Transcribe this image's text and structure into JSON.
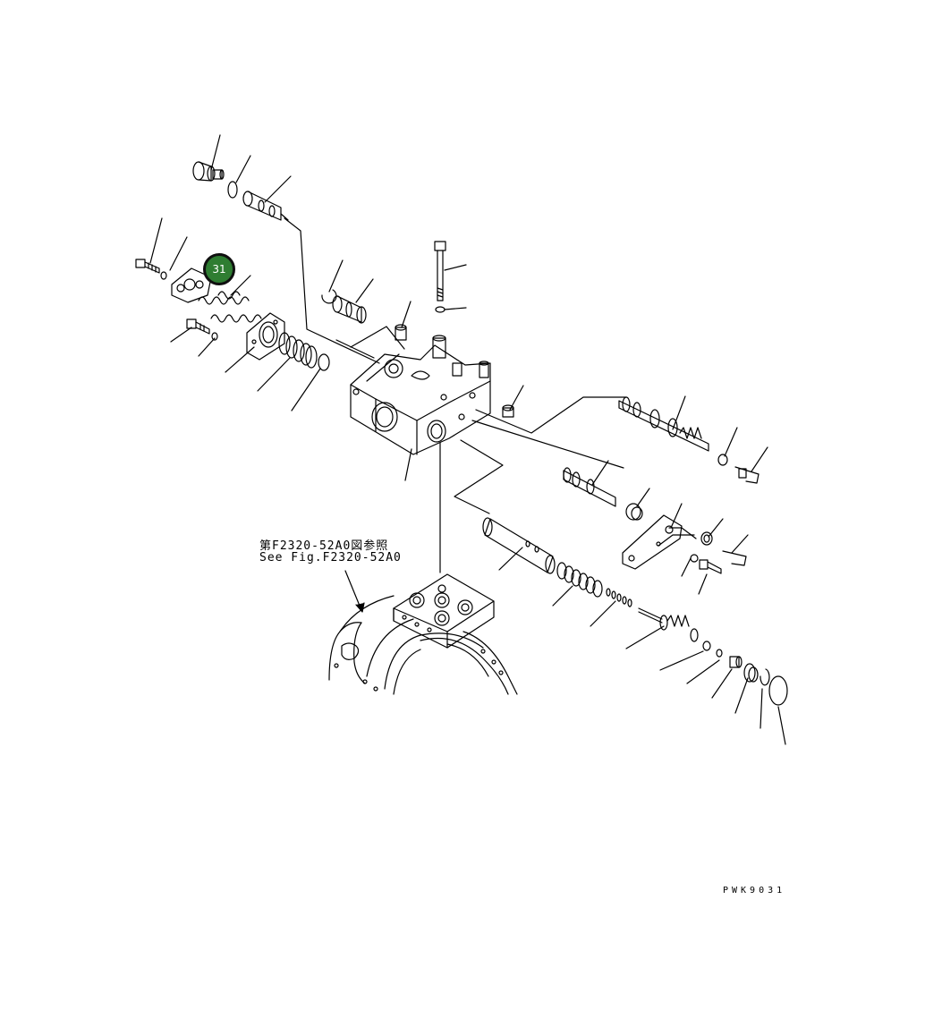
{
  "reference": {
    "japanese": "第F2320-52A0図参照",
    "english": "See Fig.F2320-52A0"
  },
  "drawing_code": "PWK9031",
  "highlight": {
    "label": "31",
    "color": "#2f7d32"
  },
  "colors": {
    "line": "#000000",
    "background": "#ffffff"
  }
}
